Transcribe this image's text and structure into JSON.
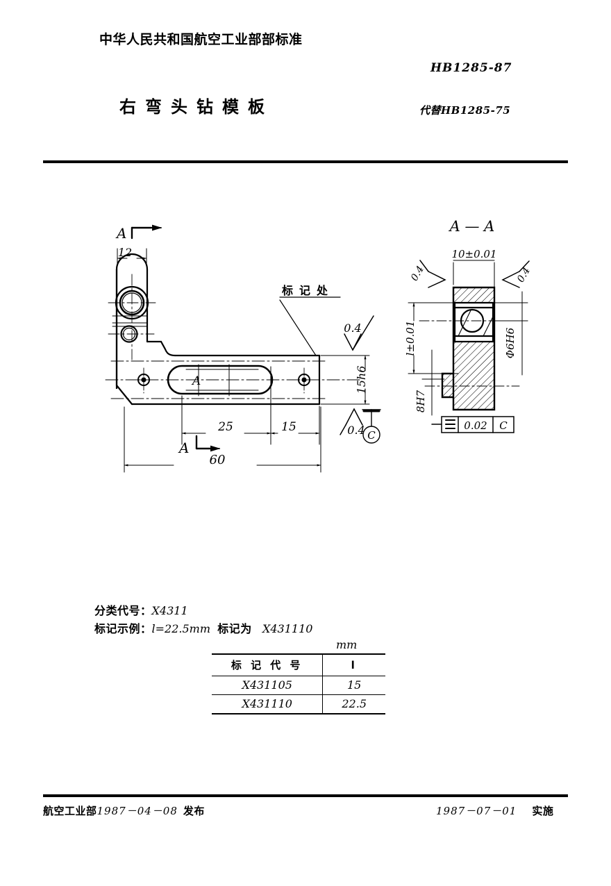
{
  "header": {
    "organization": "中华人民共和国航空工业部部标准",
    "standard_number": "HB1285-87",
    "title": "右弯头钻模板",
    "replaces": "代替HB1285-75"
  },
  "drawing": {
    "section_label_top_left": "A",
    "section_label_bottom_left": "A",
    "section_view_title": "A — A",
    "marking_note": "标记处",
    "main_view": {
      "dim_12": "12",
      "dim_15h6": "15h6",
      "dim_25": "25",
      "dim_15": "15",
      "dim_60": "60",
      "roughness_top": "0.4",
      "roughness_bottom": "0.4",
      "datum_label": "C",
      "slot_section_letter": "A"
    },
    "section_view": {
      "dim_10_tol": "10±0.01",
      "dim_l_tol": "l±0.01",
      "bore_dia": "Φ6H6",
      "bore_8h7": "8H7",
      "roughness_left": "0.4",
      "roughness_right": "0.4",
      "tolerance_value": "0.02",
      "tolerance_datum": "C"
    }
  },
  "notes": {
    "classification_label": "分类代号：",
    "classification_value": "X4311",
    "example_label": "标记示例：",
    "example_dim": "l=22.5mm",
    "example_mid": "标记为",
    "example_code": "X431110"
  },
  "table": {
    "unit": "mm",
    "columns": [
      "标 记 代 号",
      "l"
    ],
    "rows": [
      [
        "X431105",
        "15"
      ],
      [
        "X431110",
        "22.5"
      ]
    ]
  },
  "footer": {
    "issuer": "航空工业部",
    "issue_date": "1987－04－08",
    "issue_action": "发布",
    "effective_date": "1987－07－01",
    "effective_action": "实施"
  },
  "colors": {
    "ink": "#000000",
    "paper": "#ffffff"
  }
}
